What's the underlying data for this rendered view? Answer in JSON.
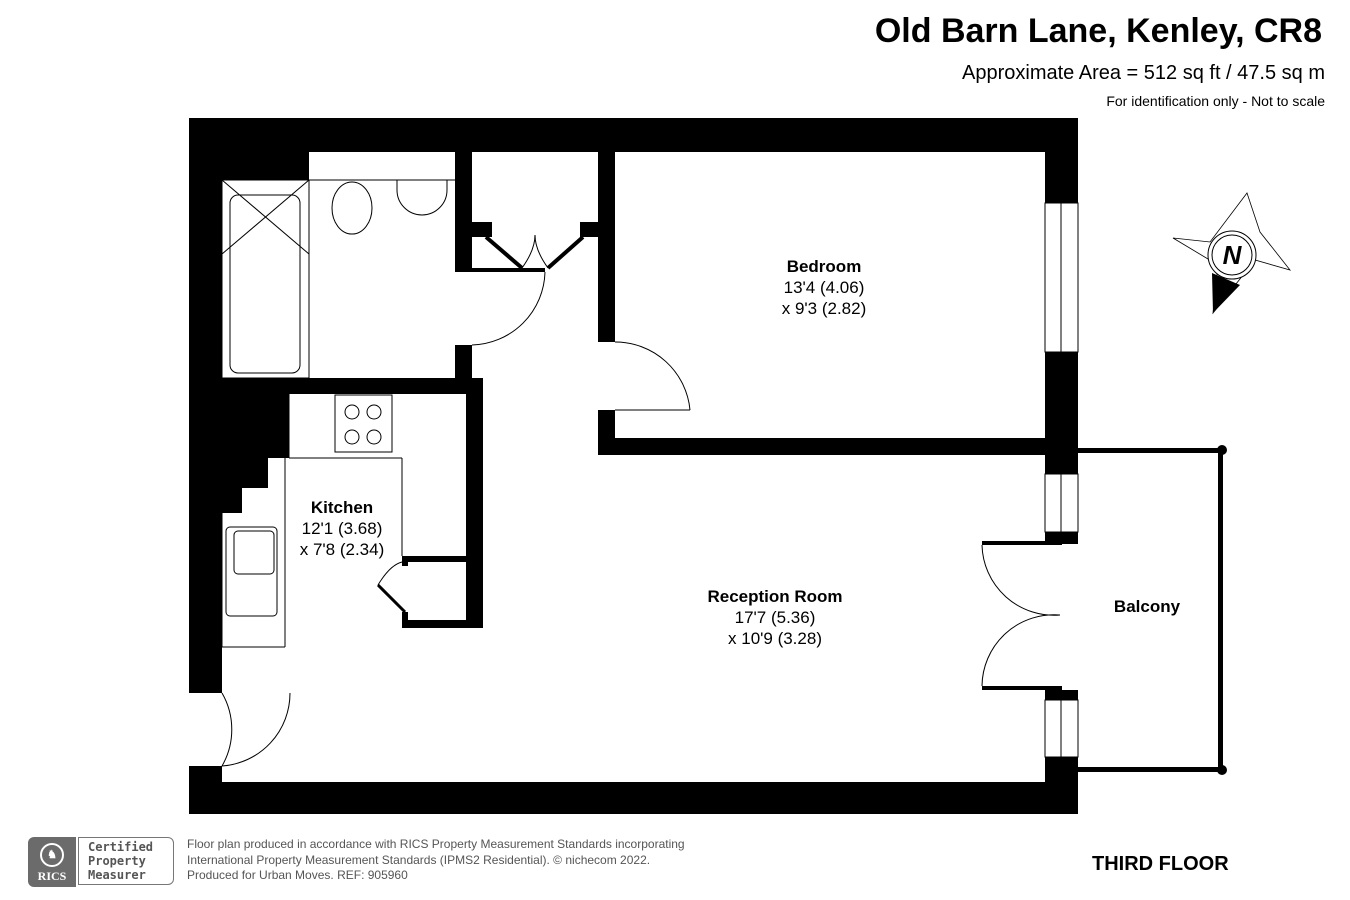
{
  "header": {
    "title": "Old Barn Lane, Kenley, CR8",
    "area": "Approximate Area = 512 sq ft / 47.5 sq m",
    "note": "For identification only - Not to scale"
  },
  "rooms": {
    "bedroom": {
      "name": "Bedroom",
      "dim1": "13'4 (4.06)",
      "dim2": "x 9'3 (2.82)"
    },
    "kitchen": {
      "name": "Kitchen",
      "dim1": "12'1 (3.68)",
      "dim2": "x 7'8 (2.34)"
    },
    "reception": {
      "name": "Reception Room",
      "dim1": "17'7 (5.36)",
      "dim2": "x 10'9 (3.28)"
    },
    "balcony": {
      "name": "Balcony"
    }
  },
  "compass": {
    "label": "N",
    "icon": "north-arrow-icon"
  },
  "floor_label": "THIRD FLOOR",
  "footer": {
    "rics_label": "RICS",
    "certified": [
      "Certified",
      "Property",
      "Measurer"
    ],
    "lines": [
      "Floor plan produced in accordance with RICS Property Measurement Standards incorporating",
      "International Property Measurement Standards (IPMS2 Residential).   © nichecom 2022.",
      "Produced for Urban Moves.   REF:  905960"
    ]
  },
  "colors": {
    "wall": "#000000",
    "background": "#ffffff",
    "footer_text": "#555555",
    "rics_badge": "#6b6b6b"
  }
}
